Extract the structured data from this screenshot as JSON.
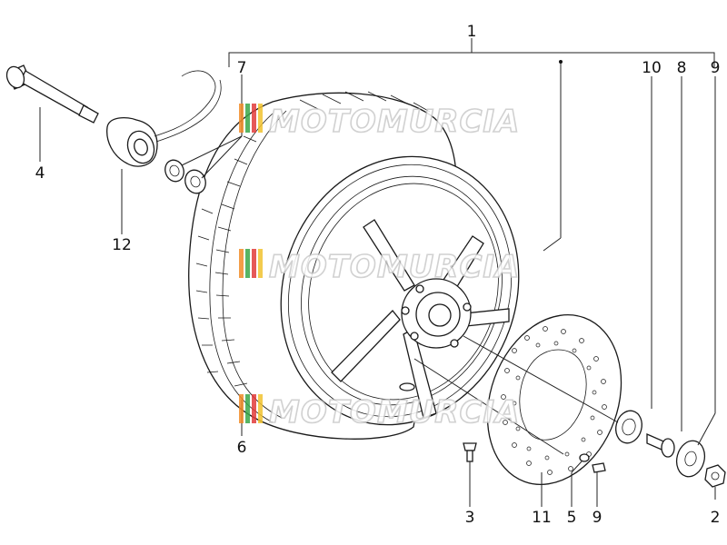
{
  "callouts": {
    "c1": "1",
    "c2": "2",
    "c3": "3",
    "c4": "4",
    "c5": "5",
    "c6": "6",
    "c7": "7",
    "c8": "8",
    "c9a": "9",
    "c9b": "9",
    "c10": "10",
    "c11": "11",
    "c12": "12"
  },
  "watermark": {
    "text": "MOTOMURCIA",
    "colors": [
      "#f28c28",
      "#3aa84a",
      "#e23b3b",
      "#f2c230"
    ]
  }
}
